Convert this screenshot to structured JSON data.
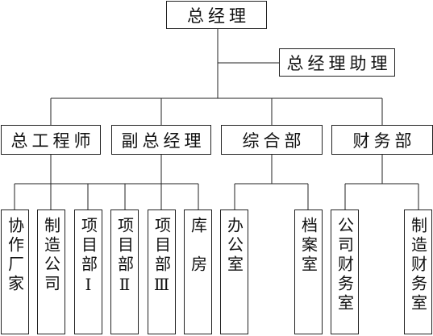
{
  "chart": {
    "root": "总经理",
    "assistant": "总经理助理",
    "level2": [
      {
        "label": "总工程师"
      },
      {
        "label": "副总经理"
      },
      {
        "label": "综合部"
      },
      {
        "label": "财务部"
      }
    ],
    "level3": [
      {
        "label": "协作厂家"
      },
      {
        "label": "制造公司"
      },
      {
        "label": "项目部Ⅰ"
      },
      {
        "label": "项目部Ⅱ"
      },
      {
        "label": "项目部Ⅲ"
      },
      {
        "label": "库房"
      },
      {
        "label": "办公室"
      },
      {
        "label": "档案室"
      },
      {
        "label": "公司财务室"
      },
      {
        "label": "制造财务室"
      }
    ]
  }
}
